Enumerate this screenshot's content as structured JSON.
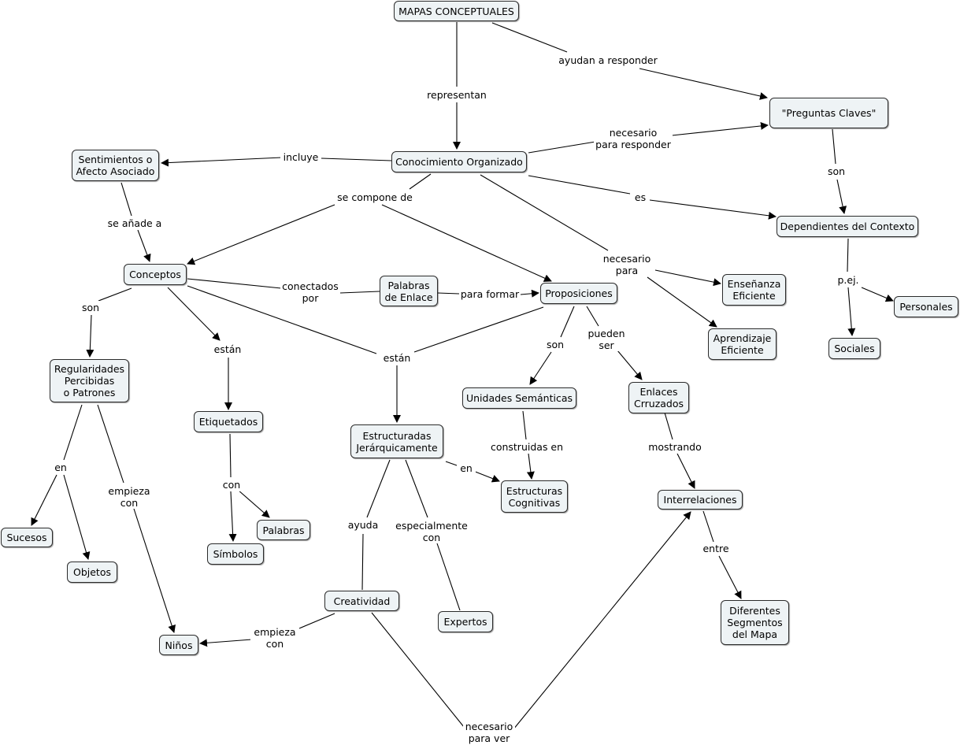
{
  "concept_map": {
    "nodes": {
      "mapas": "MAPAS CONCEPTUALES",
      "preguntas": "\"Preguntas Claves\"",
      "conocimiento": "Conocimiento Organizado",
      "sentimientos": "Sentimientos o\nAfecto Asociado",
      "dependientes": "Dependientes del Contexto",
      "conceptos": "Conceptos",
      "palabras_enlace": "Palabras\nde Enlace",
      "proposiciones": "Proposiciones",
      "ensenanza": "Enseñanza\nEficiente",
      "personales": "Personales",
      "aprendizaje": "Aprendizaje\nEficiente",
      "sociales": "Sociales",
      "regularidades": "Regularidades\nPercibidas\no Patrones",
      "etiquetados": "Etiquetados",
      "unidades": "Unidades Semánticas",
      "enlaces_cruzados": "Enlaces\nCrruzados",
      "estructuradas": "Estructuradas\nJerárquicamente",
      "estructuras_cognitivas": "Estructuras\nCognitivas",
      "interrelaciones": "Interrelaciones",
      "sucesos": "Sucesos",
      "palabras": "Palabras",
      "simbolos": "Símbolos",
      "objetos": "Objetos",
      "creatividad": "Creatividad",
      "expertos": "Expertos",
      "diferentes": "Diferentes\nSegmentos\ndel Mapa",
      "ninos": "Niños"
    },
    "links": {
      "representan": "representan",
      "ayudan": "ayudan a responder",
      "necesario_responder": "necesario\npara responder",
      "incluye": "incluye",
      "son_preguntas": "son",
      "se_compone": "se compone de",
      "es": "es",
      "se_anade": "se añade a",
      "necesario_para": "necesario\npara",
      "pej": "p.ej.",
      "conectados": "conectados\npor",
      "para_formar": "para formar",
      "son_conceptos": "son",
      "estan_left": "están",
      "estan_center": "están",
      "son_prop": "son",
      "pueden": "pueden\nser",
      "en_reg": "en",
      "empieza_reg": "empieza\ncon",
      "con": "con",
      "construidas": "construidas en",
      "mostrando": "mostrando",
      "en_est": "en",
      "ayuda": "ayuda",
      "especialmente": "especialmente\ncon",
      "entre": "entre",
      "empieza_crea": "empieza\ncon",
      "necesario_ver": "necesario\npara ver"
    }
  }
}
